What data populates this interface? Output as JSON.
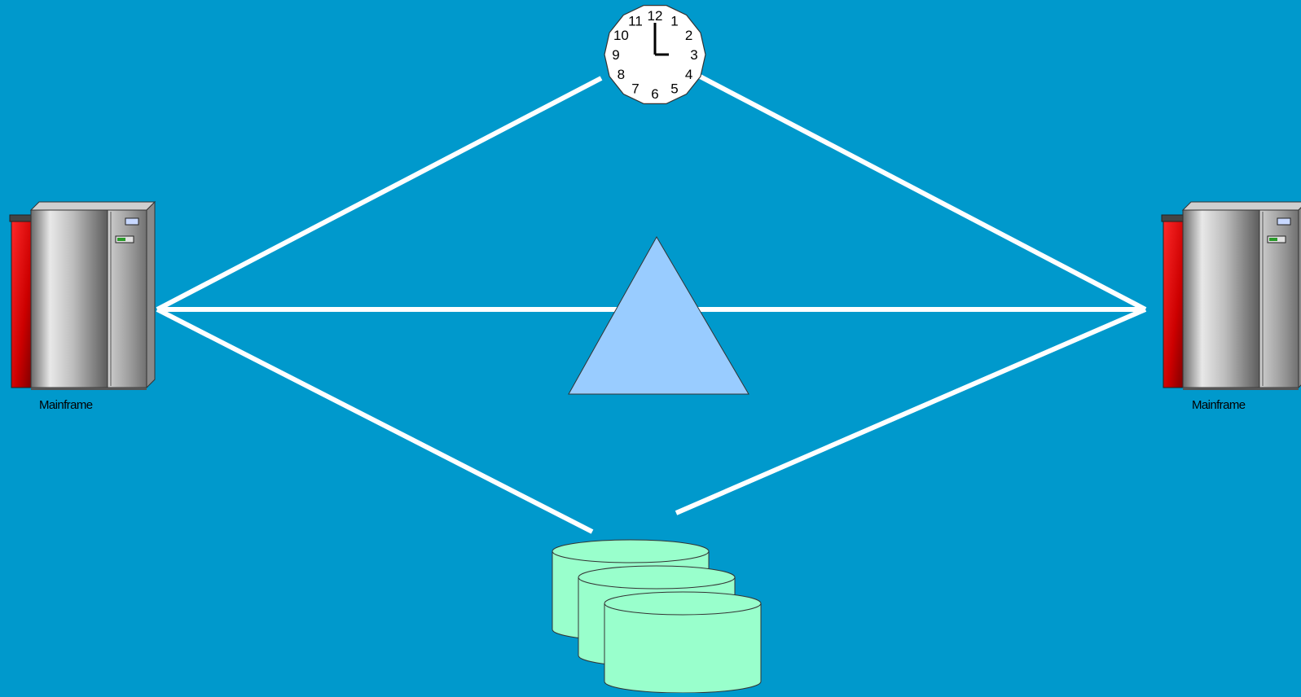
{
  "diagram": {
    "background_color": "#0099cc",
    "line_color": "#ffffff",
    "nodes": {
      "mainframe_left": {
        "label": "Mainframe",
        "icon": "mainframe-icon"
      },
      "mainframe_right": {
        "label": "Mainframe",
        "icon": "mainframe-icon"
      },
      "clock": {
        "icon": "clock-icon",
        "numerals": [
          "12",
          "1",
          "2",
          "3",
          "4",
          "5",
          "6",
          "7",
          "8",
          "9",
          "10",
          "11"
        ],
        "time_shown": "3:00"
      },
      "coupling_facility": {
        "icon": "triangle-icon",
        "fill_color": "#99ccff"
      },
      "shared_disks": {
        "icon": "disk-stack-icon",
        "count": 3,
        "fill_color": "#99ffcc"
      }
    },
    "connections": [
      {
        "from": "mainframe_left",
        "to": "clock"
      },
      {
        "from": "clock",
        "to": "mainframe_right"
      },
      {
        "from": "mainframe_left",
        "to": "coupling_facility"
      },
      {
        "from": "coupling_facility",
        "to": "mainframe_right"
      },
      {
        "from": "mainframe_left",
        "to": "shared_disks"
      },
      {
        "from": "shared_disks",
        "to": "mainframe_right"
      }
    ]
  }
}
